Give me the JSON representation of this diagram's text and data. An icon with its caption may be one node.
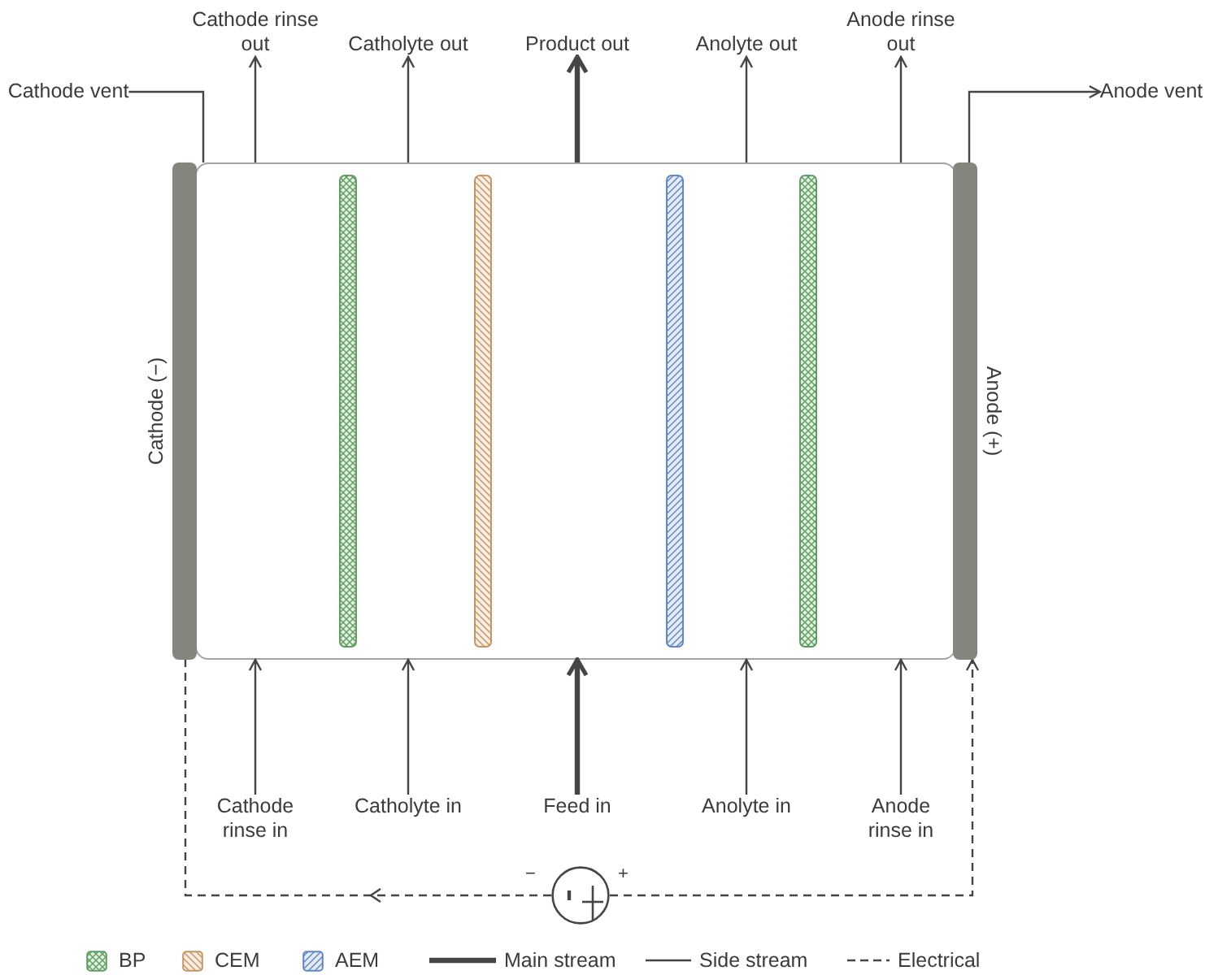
{
  "diagram": {
    "nodes": [
      {
        "text": [
          "Cathode vent"
        ]
      },
      {
        "text": [
          "Cathode rinse out"
        ]
      },
      {
        "text": [
          "Catholyte out"
        ]
      },
      {
        "text": [
          "Product out"
        ]
      },
      {
        "text": [
          "Anolyte out"
        ]
      },
      {
        "text": [
          "Anode rinse out"
        ]
      },
      {
        "text": [
          "Anode vent"
        ]
      },
      {
        "text": [
          "Cathode (−)"
        ]
      },
      {
        "text": [],
        "shape": "box"
      },
      {
        "text": [
          "Anode (+)"
        ]
      },
      {
        "text": [
          "Cathode rinse in"
        ]
      },
      {
        "text": [
          "Catholyte in"
        ]
      },
      {
        "text": [
          "Feed in"
        ]
      },
      {
        "text": [
          "Anolyte in"
        ]
      },
      {
        "text": [
          "Anode rinse in"
        ]
      },
      {
        "text": [],
        "shape": "circle",
        "beside": [
          "−",
          "+"
        ]
      }
    ],
    "edges": [
      {
        "from": 8,
        "to": 0,
        "arrow": "none"
      },
      {
        "from": 8,
        "to": 1,
        "arrow": "to"
      },
      {
        "from": 8,
        "to": 2,
        "arrow": "to"
      },
      {
        "from": 8,
        "to": 3,
        "arrow": "to",
        "style": "thick"
      },
      {
        "from": 8,
        "to": 4,
        "arrow": "to"
      },
      {
        "from": 8,
        "to": 5,
        "arrow": "to"
      },
      {
        "from": 9,
        "to": 6,
        "arrow": "to"
      },
      {
        "from": 10,
        "to": 8,
        "arrow": "to"
      },
      {
        "from": 11,
        "to": 8,
        "arrow": "to"
      },
      {
        "from": 12,
        "to": 8,
        "arrow": "to",
        "style": "thick"
      },
      {
        "from": 13,
        "to": 8,
        "arrow": "to"
      },
      {
        "from": 14,
        "to": 8,
        "arrow": "to"
      },
      {
        "from": 15,
        "to": 7,
        "arrow": "to",
        "style": "dashed"
      },
      {
        "from": 15,
        "to": 9,
        "arrow": "to",
        "style": "dashed"
      }
    ],
    "legend": [
      {
        "text": "BP",
        "color": "#5f9f5f"
      },
      {
        "text": "CEM",
        "color": "#c99460"
      },
      {
        "text": "AEM",
        "color": "#5f86c9"
      },
      {
        "text": "Main stream"
      },
      {
        "text": "Side stream"
      },
      {
        "text": "Electrical"
      }
    ]
  }
}
